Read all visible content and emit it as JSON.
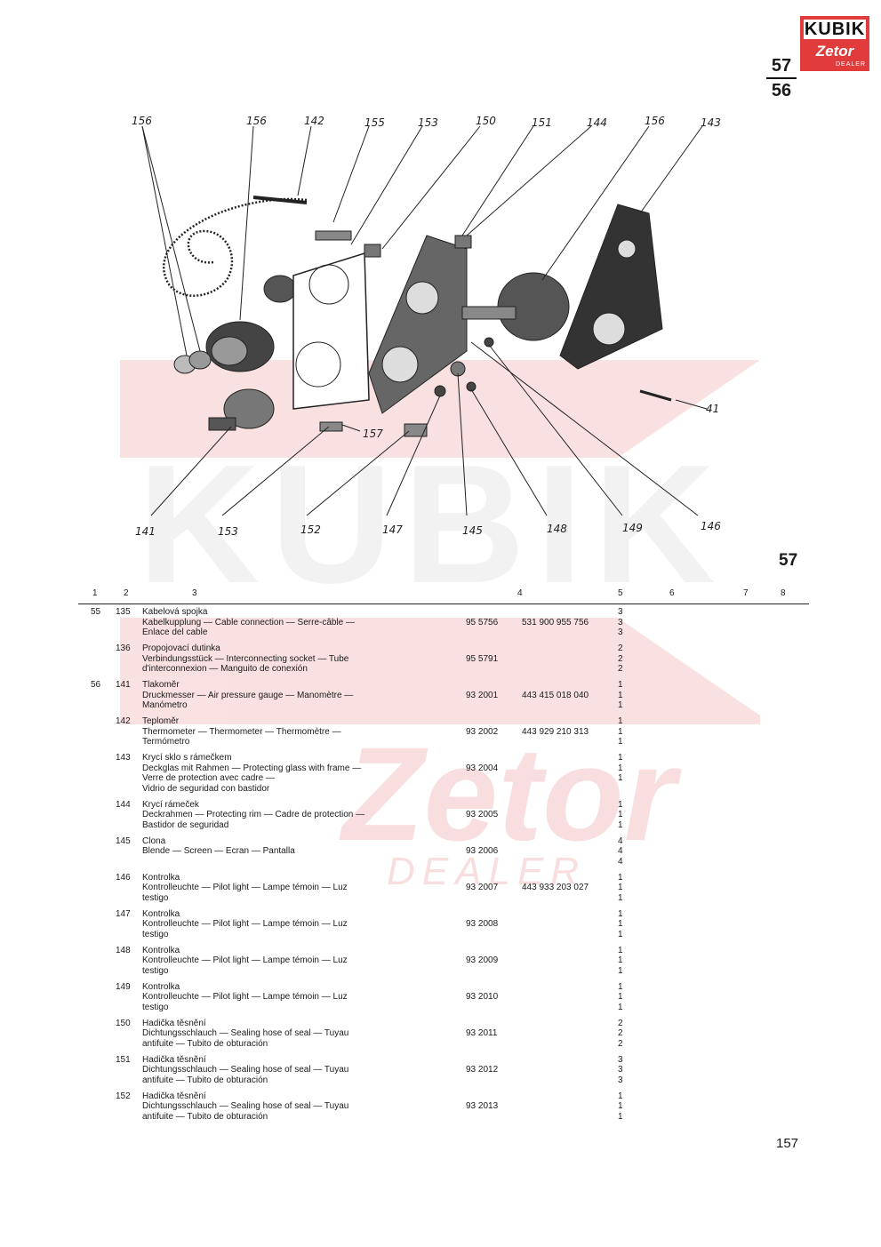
{
  "header": {
    "logo": {
      "top_text": "KUBIK",
      "brand_text": "Zetor",
      "tagline": "DEALER",
      "color": "#e23b3b"
    },
    "fraction": {
      "numerator": "57",
      "denominator": "56"
    }
  },
  "watermark": {
    "text": "KUBIK",
    "brand": "Zetor",
    "tagline": "DEALER",
    "color": "#f2b8b8"
  },
  "diagram": {
    "callouts": [
      "156",
      "156",
      "142",
      "155",
      "153",
      "150",
      "151",
      "144",
      "156",
      "143",
      "41",
      "157",
      "141",
      "153",
      "152",
      "147",
      "145",
      "148",
      "149",
      "146"
    ],
    "figure_number": "57"
  },
  "table": {
    "columns": [
      "1",
      "2",
      "3",
      "4",
      "5",
      "6",
      "7",
      "8"
    ],
    "rows": [
      {
        "group": "55",
        "pos": "135",
        "lines": [
          "Kabelová spojka",
          "Kabelkupplung — Cable connection — Serre-câble —",
          "Enlace del cable"
        ],
        "part_no": "95 5756",
        "catalog_no": "531 900 955 756",
        "qty": [
          "3",
          "3",
          "3"
        ]
      },
      {
        "group": "",
        "pos": "136",
        "lines": [
          "Propojovací dutinka",
          "Verbindungsstück — Interconnecting socket — Tube",
          "d'interconnexion — Manguito de conexión"
        ],
        "part_no": "95 5791",
        "catalog_no": "",
        "qty": [
          "2",
          "2",
          "2"
        ]
      },
      {
        "group": "56",
        "pos": "141",
        "lines": [
          "Tlakoměr",
          "Druckmesser — Air pressure gauge — Manomètre —",
          "Manómetro"
        ],
        "part_no": "93 2001",
        "catalog_no": "443 415 018 040",
        "qty": [
          "1",
          "1",
          "1"
        ]
      },
      {
        "group": "",
        "pos": "142",
        "lines": [
          "Teploměr",
          "Thermometer — Thermometer — Thermomètre —",
          "Termómetro"
        ],
        "part_no": "93 2002",
        "catalog_no": "443 929 210 313",
        "qty": [
          "1",
          "1",
          "1"
        ]
      },
      {
        "group": "",
        "pos": "143",
        "lines": [
          "Krycí sklo s rámečkem",
          "Deckglas mit Rahmen — Protecting glass with frame —",
          "Verre de protection avec cadre —",
          "Vidrio de seguridad con bastidor"
        ],
        "part_no": "93 2004",
        "catalog_no": "",
        "qty": [
          "1",
          "1",
          "1"
        ]
      },
      {
        "group": "",
        "pos": "144",
        "lines": [
          "Krycí rámeček",
          "Deckrahmen — Protecting rim — Cadre de protection —",
          "Bastidor de seguridad"
        ],
        "part_no": "93 2005",
        "catalog_no": "",
        "qty": [
          "1",
          "1",
          "1"
        ]
      },
      {
        "group": "",
        "pos": "145",
        "lines": [
          "Clona",
          "Blende — Screen — Ecran — Pantalla"
        ],
        "part_no": "93 2006",
        "catalog_no": "",
        "qty": [
          "4",
          "4",
          "4"
        ]
      },
      {
        "group": "",
        "pos": "146",
        "lines": [
          "Kontrolka",
          "Kontrolleuchte — Pilot light — Lampe témoin — Luz",
          "testigo"
        ],
        "part_no": "93 2007",
        "catalog_no": "443 933 203 027",
        "qty": [
          "1",
          "1",
          "1"
        ]
      },
      {
        "group": "",
        "pos": "147",
        "lines": [
          "Kontrolka",
          "Kontrolleuchte — Pilot light — Lampe témoin — Luz",
          "testigo"
        ],
        "part_no": "93 2008",
        "catalog_no": "",
        "qty": [
          "1",
          "1",
          "1"
        ]
      },
      {
        "group": "",
        "pos": "148",
        "lines": [
          "Kontrolka",
          "Kontrolleuchte — Pilot light — Lampe témoin — Luz",
          "testigo"
        ],
        "part_no": "93 2009",
        "catalog_no": "",
        "qty": [
          "1",
          "1",
          "1"
        ]
      },
      {
        "group": "",
        "pos": "149",
        "lines": [
          "Kontrolka",
          "Kontrolleuchte — Pilot light — Lampe témoin — Luz",
          "testigo"
        ],
        "part_no": "93 2010",
        "catalog_no": "",
        "qty": [
          "1",
          "1",
          "1"
        ]
      },
      {
        "group": "",
        "pos": "150",
        "lines": [
          "Hadička těsnění",
          "Dichtungsschlauch — Sealing hose of seal — Tuyau",
          "antifuite — Tubito de obturación"
        ],
        "part_no": "93 2011",
        "catalog_no": "",
        "qty": [
          "2",
          "2",
          "2"
        ]
      },
      {
        "group": "",
        "pos": "151",
        "lines": [
          "Hadička těsnění",
          "Dichtungsschlauch — Sealing hose of seal — Tuyau",
          "antifuite — Tubito de obturación"
        ],
        "part_no": "93 2012",
        "catalog_no": "",
        "qty": [
          "3",
          "3",
          "3"
        ]
      },
      {
        "group": "",
        "pos": "152",
        "lines": [
          "Hadička těsnění",
          "Dichtungsschlauch — Sealing hose of seal — Tuyau",
          "antifuite — Tubito de obturación"
        ],
        "part_no": "93 2013",
        "catalog_no": "",
        "qty": [
          "1",
          "1",
          "1"
        ]
      }
    ]
  },
  "footer": {
    "page_number": "157"
  }
}
